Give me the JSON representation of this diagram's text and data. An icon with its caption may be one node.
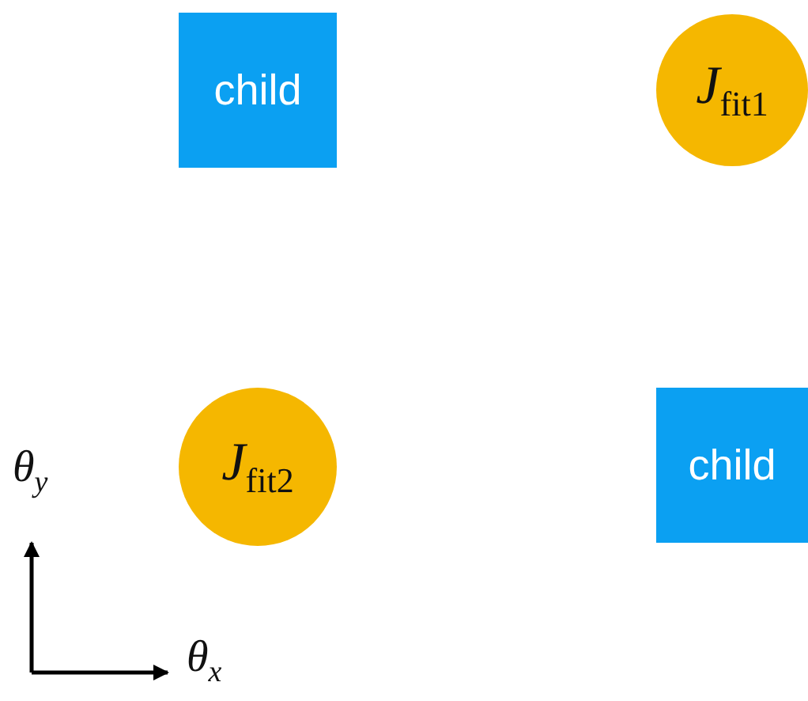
{
  "diagram": {
    "nodes": [
      {
        "text": [
          "child"
        ]
      },
      {
        "text": [
          "*J*$_{fit1}$"
        ]
      },
      {
        "text": [
          "*J*$_{fit2}$"
        ]
      },
      {
        "text": [
          "child"
        ]
      }
    ],
    "edges": [],
    "labels": [
      "θ$_{y}$",
      "θ$_{x}$"
    ]
  }
}
